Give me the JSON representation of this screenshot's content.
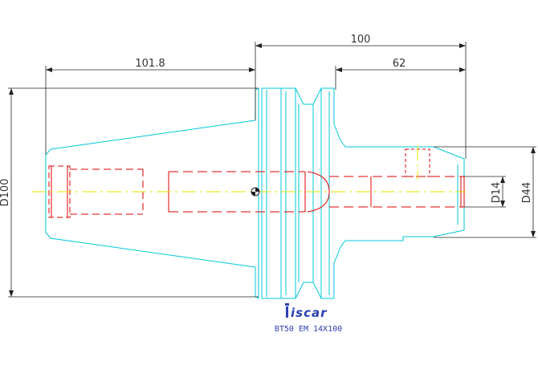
{
  "dimensions": {
    "total_length": "100",
    "taper_length": "101.8",
    "projection_length": "62",
    "flange_diameter": "D100",
    "body_diameter": "D44",
    "bore_diameter": "D14"
  },
  "logo": {
    "text": "iscar"
  },
  "caption": "BT50 EM 14X100",
  "colors": {
    "outline": "#00c8d8",
    "hidden": "#e00000",
    "dimension": "#222222",
    "centerline": "#e6e600",
    "logo": "#2a3fb0"
  }
}
